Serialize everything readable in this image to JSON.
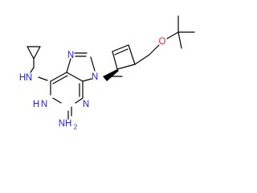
{
  "atoms": {
    "nh_amine": "N",
    "nh_amine_h": "H",
    "n7": "N",
    "n9": "N",
    "n1_h": "H",
    "n1": "N",
    "n3": "N",
    "nh2": "NH",
    "nh2_sub": "2",
    "oxygen": "O"
  },
  "colors": {
    "nitrogen": "#2020ff",
    "oxygen": "#ff2020",
    "carbon": "#000000"
  }
}
